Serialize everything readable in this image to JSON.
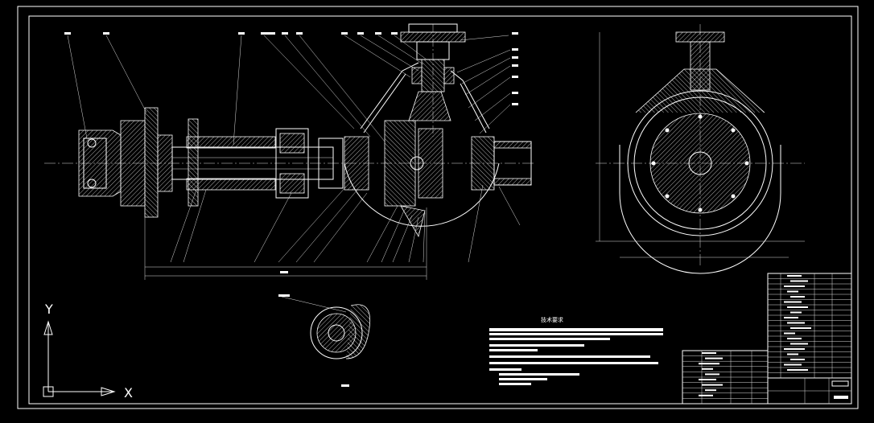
{
  "colors": {
    "background": "#000000",
    "lines": "#ffffff"
  },
  "ucs_icon": {
    "x_label": "X",
    "y_label": "Y"
  },
  "notes": {
    "title": "技术要求"
  }
}
